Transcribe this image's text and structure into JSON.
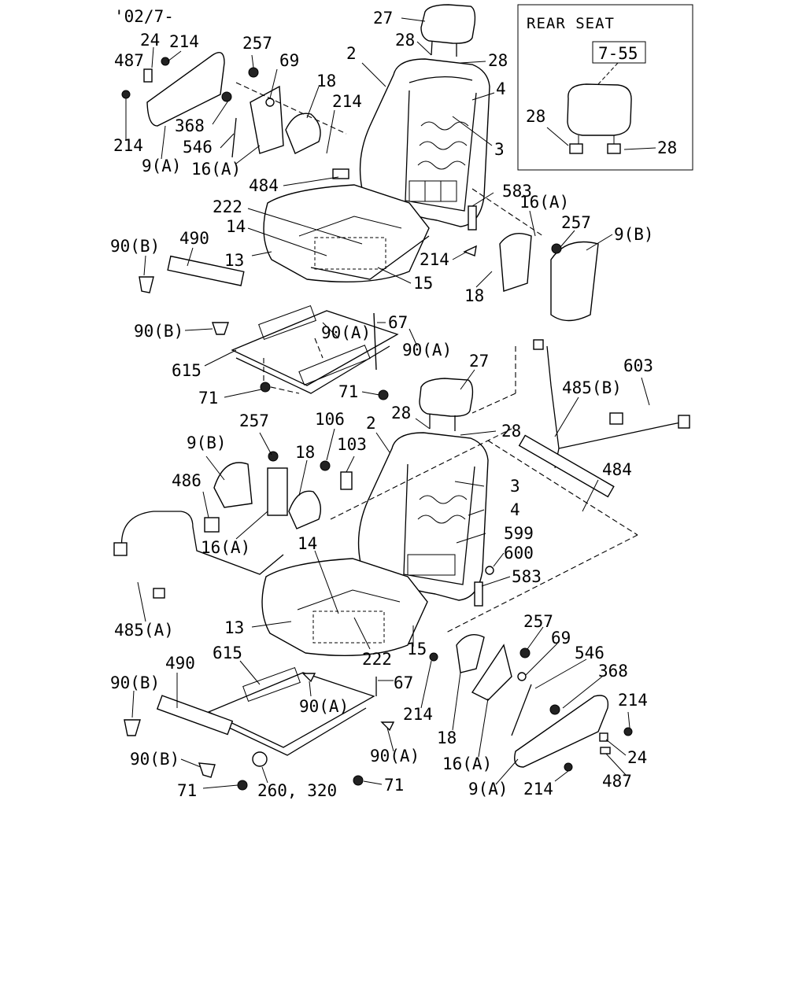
{
  "date_code": "'02/7-",
  "inset": {
    "title": "REAR SEAT",
    "ref_box": "7-55",
    "labels": [
      "28",
      "28"
    ]
  },
  "callouts_top": {
    "c24": "24",
    "c214a": "214",
    "c487": "487",
    "c257": "257",
    "c69": "69",
    "c2": "2",
    "c27": "27",
    "c28a": "28",
    "c28b": "28",
    "c4": "4",
    "c18": "18",
    "c214b": "214",
    "c214c": "214",
    "c368": "368",
    "c546": "546",
    "c9a": "9(A)",
    "c16a": "16(A)",
    "c3": "3",
    "c484": "484",
    "c583": "583",
    "c16a2": "16(A)",
    "c257b": "257",
    "c9b": "9(B)",
    "c222": "222",
    "c14": "14",
    "c13": "13",
    "c15": "15",
    "c214d": "214",
    "c18b": "18",
    "c90b": "90(B)",
    "c490": "490",
    "c67": "67",
    "c90a": "90(A)",
    "c90b2": "90(B)",
    "c90a2": "90(A)",
    "c615": "615",
    "c71": "71",
    "c71b": "71"
  },
  "callouts_bottom": {
    "c27": "27",
    "c28a": "28",
    "c2": "2",
    "c28b": "28",
    "c485b": "485(B)",
    "c603": "603",
    "c257": "257",
    "c106": "106",
    "c103": "103",
    "c9b": "9(B)",
    "c18": "18",
    "c486": "486",
    "c3": "3",
    "c484": "484",
    "c4": "4",
    "c599": "599",
    "c600": "600",
    "c14": "14",
    "c16a": "16(A)",
    "c583": "583",
    "c485a": "485(A)",
    "c13": "13",
    "c222": "222",
    "c15": "15",
    "c257b": "257",
    "c69": "69",
    "c546": "546",
    "c368": "368",
    "c615": "615",
    "c490": "490",
    "c67": "67",
    "c214": "214",
    "c90b": "90(B)",
    "c90a": "90(A)",
    "c18b": "18",
    "c214b": "214",
    "c24": "24",
    "c90b2": "90(B)",
    "c90a2": "90(A)",
    "c16a2": "16(A)",
    "c71": "71",
    "c260": "260, 320",
    "c71b": "71",
    "c9a": "9(A)",
    "c214c": "214",
    "c487": "487"
  }
}
